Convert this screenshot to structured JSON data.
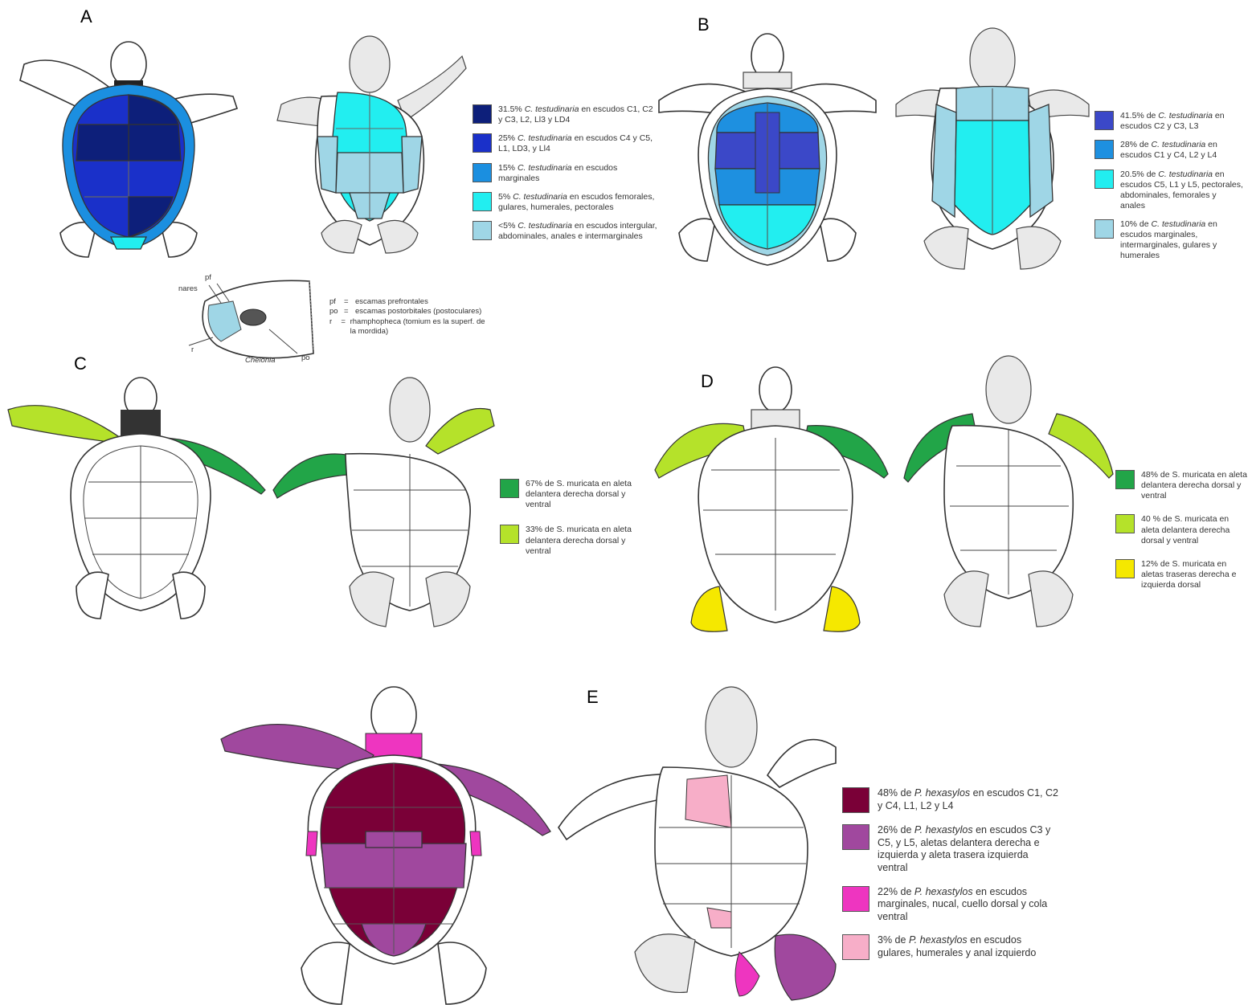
{
  "panels": {
    "a": {
      "letter": "A",
      "legend": [
        {
          "pct": "31.5%",
          "species": "C. testudinaria",
          "text": "en escudos C1, C2 y C3, L2, Ll3 y LD4",
          "color": "#0d1f7a"
        },
        {
          "pct": "25%",
          "species": "C. testudinaria",
          "text": "en escudos C4 y C5, L1, LD3, y Ll4",
          "color": "#1a30c9"
        },
        {
          "pct": "15%",
          "species": "C. testudinaria",
          "text": "en escudos marginales",
          "color": "#1b8fe0"
        },
        {
          "pct": "5%",
          "species": "C. testudinaria",
          "text": "en escudos femorales, gulares, humerales, pectorales",
          "color": "#22eef0"
        },
        {
          "pct": "<5%",
          "species": "C. testudinaria",
          "text": "en escudos intergular, abdominales, anales e intermarginales",
          "color": "#9fd6e6"
        }
      ],
      "inset": {
        "labels": {
          "pf": "pf",
          "nares": "nares",
          "r": "r",
          "po": "po",
          "chelonia": "Chelonia"
        },
        "notes": [
          {
            "key": "pf",
            "eq": "=",
            "text": "escamas prefrontales"
          },
          {
            "key": "po",
            "eq": "=",
            "text": "escamas postorbitales (postoculares)"
          },
          {
            "key": "r",
            "eq": "=",
            "text": "rhamphopheca (tomium es la superf. de la mordida)"
          }
        ]
      }
    },
    "b": {
      "letter": "B",
      "legend": [
        {
          "pct": "41.5% de",
          "species": "C. testudinaria",
          "text": "en escudos C2 y C3, L3",
          "color": "#3b48c8"
        },
        {
          "pct": "28% de",
          "species": "C. testudinaria",
          "text": "en escudos C1 y C4, L2 y L4",
          "color": "#1e90e0"
        },
        {
          "pct": "20.5% de",
          "species": "C. testudinaria",
          "text": "en escudos C5, L1 y L5, pectorales, abdominales, femorales y anales",
          "color": "#22eef0"
        },
        {
          "pct": "10% de",
          "species": "C. testudinaria",
          "text": "en escudos marginales, intermarginales, gulares y humerales",
          "color": "#9fd6e6"
        }
      ]
    },
    "c": {
      "letter": "C",
      "legend": [
        {
          "text": "67% de S. muricata en aleta delantera derecha dorsal y ventral",
          "color": "#22a548"
        },
        {
          "text": "33% de S. muricata en aleta delantera derecha dorsal y ventral",
          "color": "#b5e22a"
        }
      ]
    },
    "d": {
      "letter": "D",
      "legend": [
        {
          "text": "48% de S. muricata en aleta delantera derecha dorsal y ventral",
          "color": "#22a548"
        },
        {
          "text": "40 % de S. muricata en aleta delantera derecha dorsal y ventral",
          "color": "#b5e22a"
        },
        {
          "text": "12% de S. muricata en aletas traseras derecha e izquierda dorsal",
          "color": "#f5e800"
        }
      ]
    },
    "e": {
      "letter": "E",
      "legend": [
        {
          "pct": "48% de",
          "species": "P. hexasylos",
          "text": "en escudos C1, C2 y C4, L1, L2 y L4",
          "color": "#7a0037"
        },
        {
          "pct": "26% de",
          "species": "P. hexastylos",
          "text": "en escudos C3 y C5, y L5, aletas delantera derecha e izquierda y aleta trasera izquierda ventral",
          "color": "#a0489e"
        },
        {
          "pct": "22% de",
          "species": "P. hexastylos",
          "text": "en escudos marginales, nucal, cuello dorsal y cola ventral",
          "color": "#ee35c0"
        },
        {
          "pct": "3% de",
          "species": "P. hexastylos",
          "text": "en escudos gulares, humerales y anal izquierdo",
          "color": "#f7aec8"
        }
      ]
    }
  }
}
